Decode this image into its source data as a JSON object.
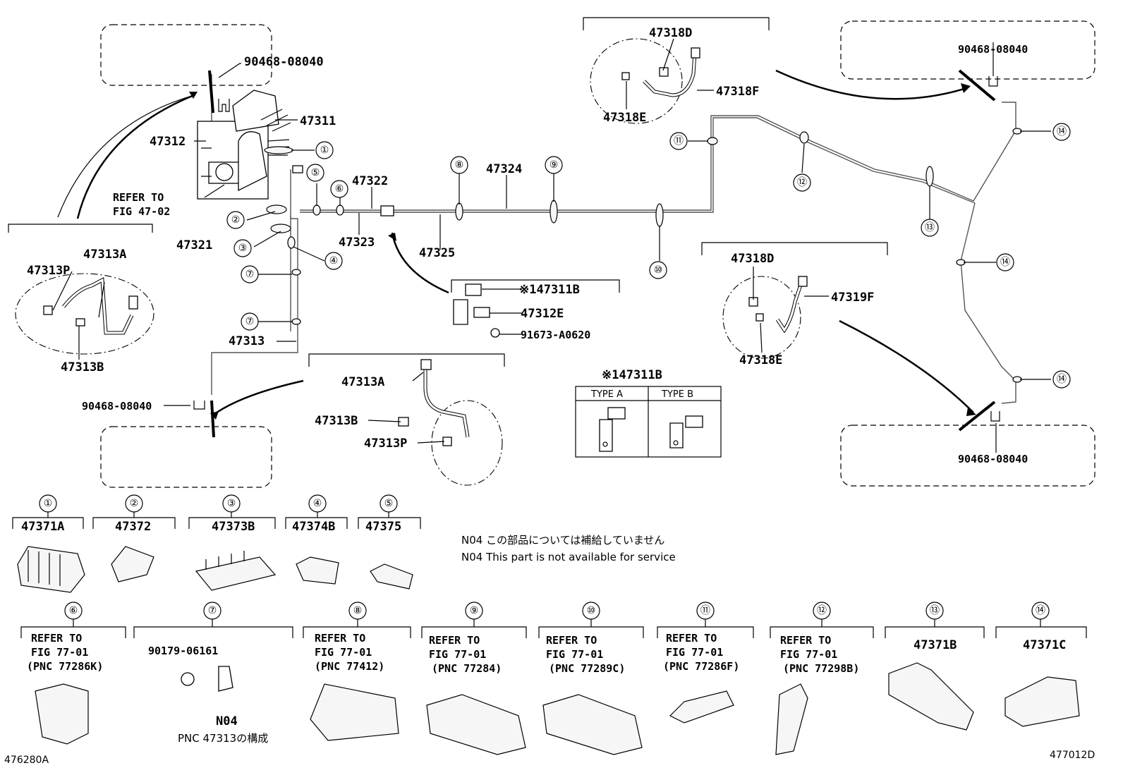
{
  "labels": {
    "l_90468_tl": "90468-08040",
    "l_47311": "47311",
    "l_47312": "47312",
    "l_refer_to": "REFER TO",
    "l_fig_47_02": "FIG 47-02",
    "l_47321": "47321",
    "l_47313A_l": "47313A",
    "l_47313P_l": "47313P",
    "l_47313B_l": "47313B",
    "l_47313": "47313",
    "l_90468_bl": "90468-08040",
    "l_47322": "47322",
    "l_47323": "47323",
    "l_47324": "47324",
    "l_47325": "47325",
    "l_47311B_mid": "※147311B",
    "l_47312E": "47312E",
    "l_91673": "91673-A0620",
    "l_47313A_c": "47313A",
    "l_47313B_c": "47313B",
    "l_47313P_c": "47313P",
    "l_47311B_box": "※147311B",
    "l_type_a": "TYPE A",
    "l_type_b": "TYPE B",
    "l_47318D_t": "47318D",
    "l_47318F": "47318F",
    "l_47318E_t": "47318E",
    "l_90468_tr": "90468-08040",
    "l_47318D_r": "47318D",
    "l_47319F": "47319F",
    "l_47318E_r": "47318E",
    "l_90468_br": "90468-08040"
  },
  "callouts": [
    "①",
    "②",
    "③",
    "④",
    "⑤",
    "⑥",
    "⑦",
    "⑧",
    "⑨",
    "⑩",
    "⑪",
    "⑫",
    "⑬",
    "⑭"
  ],
  "notes": {
    "jp": "N04 この部品については補給していません",
    "en": "N04 This part is not available for service"
  },
  "legend": {
    "row1": [
      {
        "num": "①",
        "part": "47371A"
      },
      {
        "num": "②",
        "part": "47372"
      },
      {
        "num": "③",
        "part": "47373B"
      },
      {
        "num": "④",
        "part": "47374B"
      },
      {
        "num": "⑤",
        "part": "47375"
      }
    ],
    "row2": [
      {
        "num": "⑥",
        "lines": [
          "REFER TO",
          "FIG 77-01",
          "(PNC 77286K)"
        ]
      },
      {
        "num": "⑦",
        "part": "90179-06161",
        "sub": "N04",
        "pnc": "PNC 47313の構成"
      },
      {
        "num": "⑧",
        "lines": [
          "REFER TO",
          "FIG 77-01",
          "(PNC 77412)"
        ]
      },
      {
        "num": "⑨",
        "lines": [
          "REFER TO",
          "FIG 77-01",
          "(PNC 77284)"
        ]
      },
      {
        "num": "⑩",
        "lines": [
          "REFER TO",
          "FIG 77-01",
          "(PNC 77289C)"
        ]
      },
      {
        "num": "⑪",
        "lines": [
          "REFER TO",
          "FIG 77-01",
          "(PNC 77286F)"
        ]
      },
      {
        "num": "⑫",
        "lines": [
          "REFER TO",
          "FIG 77-01",
          "(PNC 77298B)"
        ]
      },
      {
        "num": "⑬",
        "part": "47371B"
      },
      {
        "num": "⑭",
        "part": "47371C"
      }
    ]
  },
  "corners": {
    "left": "476280A",
    "right": "477012D"
  }
}
